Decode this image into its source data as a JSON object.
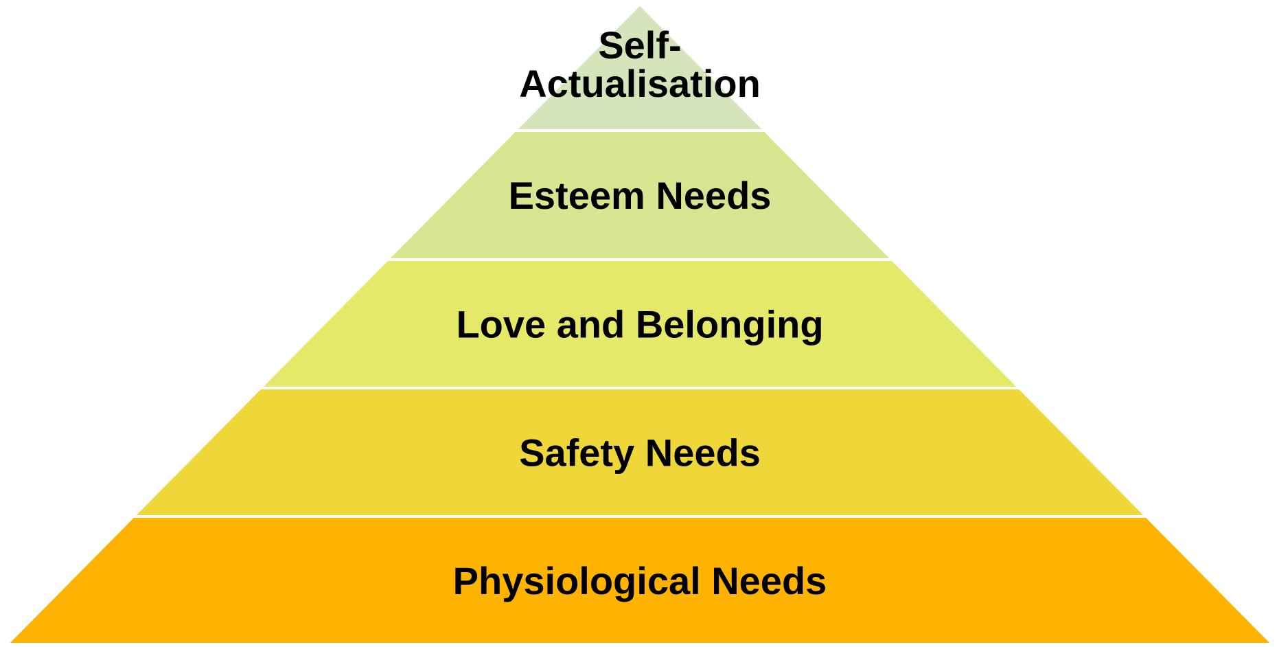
{
  "pyramid": {
    "tiers": [
      {
        "label": [
          "Self-",
          "Actualisation"
        ],
        "color": "#d6e4bc"
      },
      {
        "label": [
          "Esteem Needs"
        ],
        "color": "#d9e491"
      },
      {
        "label": [
          "Love and Belonging"
        ],
        "color": "#e5e96a"
      },
      {
        "label": [
          "Safety Needs"
        ],
        "color": "#efd73a"
      },
      {
        "label": [
          "Physiological Needs"
        ],
        "color": "#fdb300"
      }
    ],
    "divider_color": "#ffffff",
    "text_color": "#000000"
  }
}
